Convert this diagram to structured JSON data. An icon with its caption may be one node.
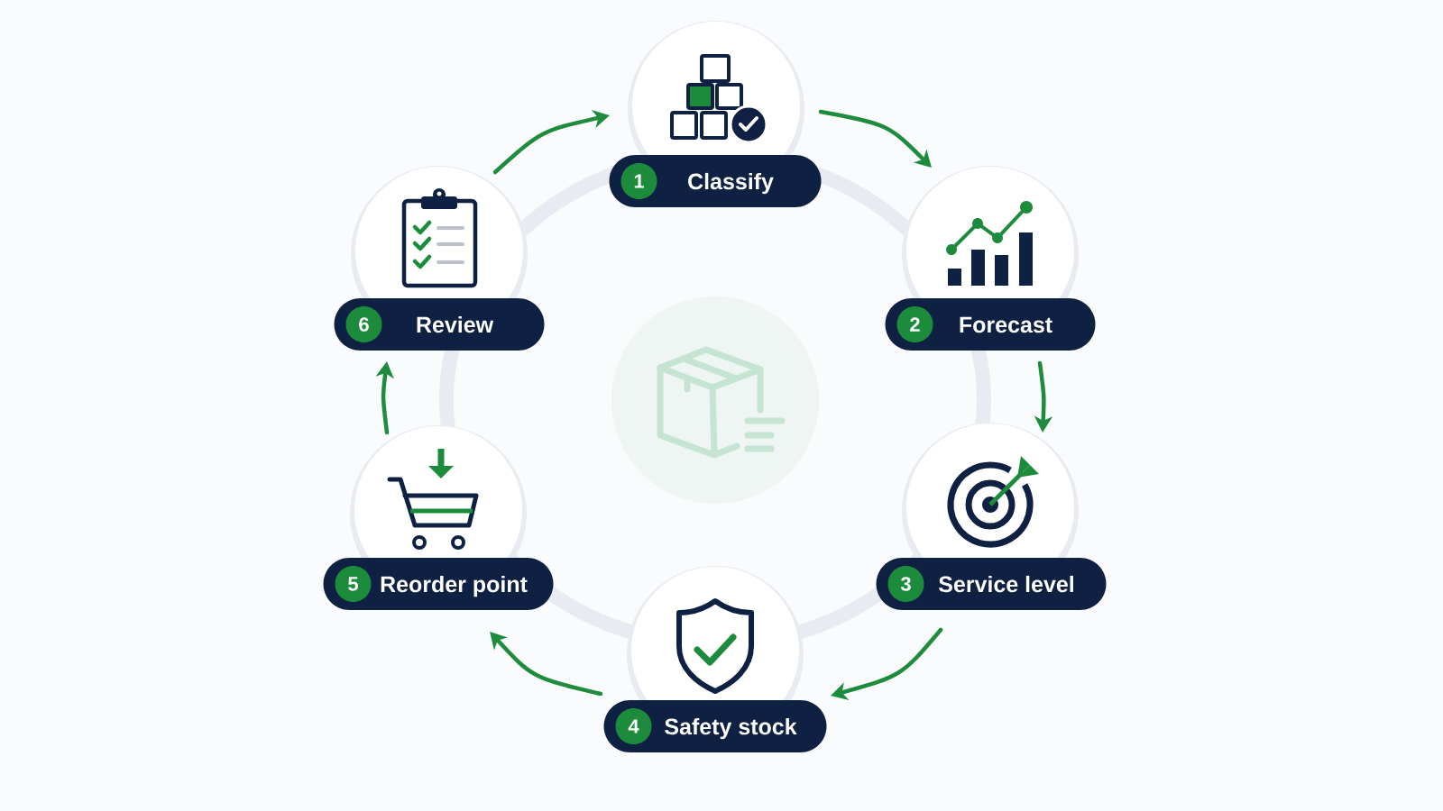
{
  "diagram": {
    "nodes": [
      {
        "text": [
          "1",
          "Classify"
        ]
      },
      {
        "text": [
          "2",
          "Forecast"
        ]
      },
      {
        "text": [
          "3",
          "Service level"
        ]
      },
      {
        "text": [
          "4",
          "Safety stock"
        ]
      },
      {
        "text": [
          "5",
          "Reorder point"
        ]
      },
      {
        "text": [
          "6",
          "Review"
        ]
      },
      {
        "text": [],
        "shape": "circle"
      }
    ],
    "edges": [
      {
        "from": 0,
        "to": 1,
        "arrow": "to"
      },
      {
        "from": 1,
        "to": 2,
        "arrow": "to"
      },
      {
        "from": 2,
        "to": 3,
        "arrow": "to"
      },
      {
        "from": 3,
        "to": 4,
        "arrow": "to"
      },
      {
        "from": 4,
        "to": 5,
        "arrow": "to"
      },
      {
        "from": 5,
        "to": 0,
        "arrow": "to"
      }
    ]
  }
}
